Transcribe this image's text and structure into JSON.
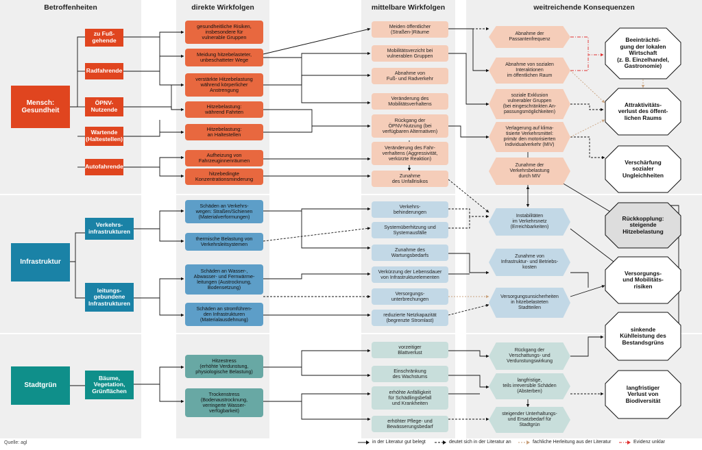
{
  "columns": {
    "col1": "Betroffenheiten",
    "col2": "direkte Wirkfolgen",
    "col3": "mittelbare Wirkfolgen",
    "col4": "weitreichende Konsequenzen"
  },
  "sections": {
    "mensch": "Mensch:\nGesundheit",
    "infra": "Infrastruktur",
    "stadtgruen": "Stadtgrün"
  },
  "groups": {
    "fuss": "zu Fuß-\ngehende",
    "rad": "Radfahrende",
    "oepnv": "ÖPNV-\nNutzende",
    "wartende": "Wartende\n(Haltestellen)",
    "auto": "Autofahrende",
    "verkehr": "Verkehrs-\ninfrastrukturen",
    "leitung": "leitungs-\ngebundene\nInfrastrukturen",
    "baeume": "Bäume,\nVegetation,\nGrünflächen"
  },
  "direct": {
    "d1": "gesundheitliche Risiken,\ninsbesondere für\nvulnerable Gruppen",
    "d2": "Meidung hitzebelasteter,\nunbeschatteter Wege",
    "d3": "verstärkte Hitzebelastung\nwährend körperlicher\nAnstrengung",
    "d4": "Hitzebelastung:\nwährend Fahrten",
    "d5": "Hitzebelastung:\nan Haltestellen",
    "d6": "Aufheizung von\nFahrzeuginnenräumen",
    "d7": "hitzebedingte\nKonzentrationsminderung",
    "d8": "Schäden an Verkehrs-\nwegen: Straßen/Schienen\n(Materialverformungen)",
    "d9": "thermische Belastung von\nVerkehrsleitsystemen",
    "d10": "Schäden an Wasser-,\nAbwasser- und Fernwärme-\nleitungen (Austrocknung,\nBodensetzung)",
    "d11": "Schäden an stromführen-\nden Infrastrukturen\n(Materialausdehnung)",
    "d12": "Hitzestress\n(erhöhte Verdunstung,\nphysiologische Belastung)",
    "d13": "Trockenstress\n(Bodenaustrocknung,\nverringerte Wasser-\nverfügbarkeit)"
  },
  "indirect": {
    "m1": "Meiden öffentlicher\n(Straßen-)Räume",
    "m2": "Mobilitätsverzicht bei\nvulnerablen Gruppen",
    "m3": "Abnahme von\nFuß- und Radverkehr",
    "m4": "Veränderung des\nMobilitätsverhaltens",
    "m5": "Rückgang der\nÖPNV-Nutzung (bei\nverfügbaren Alternativen)",
    "m6": "Veränderung des Fahr-\nverhaltens (Aggressivität,\nverkürzte Reaktion)",
    "m7": "Zunahme\ndes Unfallrisikos",
    "m8": "Verkehrs-\nbehinderungen",
    "m9": "Systemüberhitzung und\nSystemausfälle",
    "m10": "Zunahme des\nWartungsbedarfs",
    "m11": "Verkürzung der Lebensdauer\nvon Infrastrukturelementen",
    "m12": "Versorgungs-\nunterbrechungen",
    "m13": "reduzierte Netzkapazität\n(begrenzte Stromlast)",
    "m14": "vorzeitiger\nBlattverlust",
    "m15": "Einschränkung\ndes Wachstums",
    "m16": "erhöhte Anfälligkeit\nfür Schädlingsbefall\nund Krankheiten",
    "m17": "erhöhter Pflege- und\nBewässerungsbedarf"
  },
  "consequences": {
    "h1": "Abnahme der\nPassantenfrequenz",
    "h2": "Abnahme von sozialen\nInteraktionen\nim öffentlichen Raum",
    "h3": "soziale Exklusion\nvulnerabler Gruppen\n(bei eingeschränkten An-\npassungsmöglichkeiten)",
    "h4": "Verlagerung auf klima-\ntisierte Verkehrsmittel:\nprimär den motorisierten\nIndividualverkehr (MIV)",
    "h5": "Zunahme der\nVerkehrsbelastung\ndurch MIV",
    "h6": "Instabilitäten\nim Verkehrsnetz\n(Erreichbarkeiten)",
    "h7": "Zunahme von\nInfrastruktur- und Betriebs-\nkosten",
    "h8": "Versorgungsunsicherheiten\nin hitzebelasteten\nStadtteilen",
    "h9": "Rückgang der\nVerschattungs- und\nVerdunstungswirkung",
    "h10": "langfristige,\nteils irreversible Schäden\n(Absterben)",
    "h11": "steigender Unterhaltungs-\nund Ersatzbedarf für\nStadtgrün"
  },
  "outcomes": {
    "o1": "Beeinträchti-\ngung der lokalen\nWirtschaft\n(z. B. Einzelhandel,\nGastronomie)",
    "o2": "Attraktivitäts-\nverlust des öffent-\nlichen Raums",
    "o3": "Verschärfung\nsozialer\nUngleichheiten",
    "o4": "Rückkopplung:\nsteigende\nHitzebelastung",
    "o5": "Versorgungs-\nund Mobilitäts-\nrisiken",
    "o6": "sinkende\nKühlleistung des\nBestandsgrüns",
    "o7": "langfristiger\nVerlust von\nBiodiversität"
  },
  "source": "Quelle: agl",
  "legend": {
    "l1": "in der Literatur gut belegt",
    "l2": "deutet sich in der Literatur an",
    "l3": "fachliche Herleitung aus der Literatur",
    "l4": "Evidenz unklar"
  },
  "colors": {
    "human_dark": "#e0451f",
    "human_mid": "#e8683f",
    "human_light": "#f5cdb9",
    "infra_dark": "#1a82a6",
    "infra_mid": "#5d9ec8",
    "infra_light": "#c2d8e6",
    "green_dark": "#0f8f8a",
    "green_mid": "#68a8a4",
    "green_light": "#c8dedb",
    "feedback": "#dddddd",
    "evidence_unclear": "#e03030",
    "derivation": "#c9a27e"
  }
}
